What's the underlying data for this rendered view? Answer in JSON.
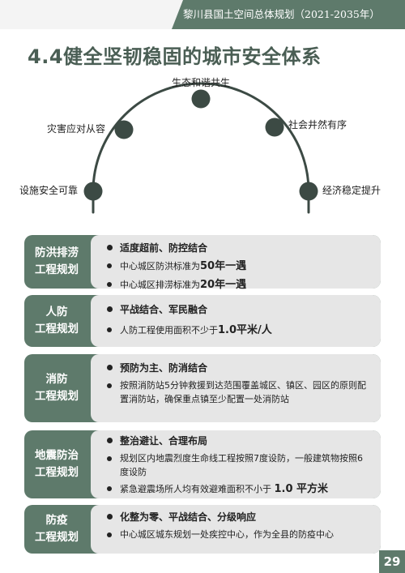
{
  "header": {
    "title": "黎川县国土空间总体规划（2021-2035年）"
  },
  "page_title": "4.4健全坚韧稳固的城市安全体系",
  "arc": {
    "nodes": [
      {
        "label": "设施安全可靠"
      },
      {
        "label": "灾害应对从容"
      },
      {
        "label": "生态和谐共生"
      },
      {
        "label": "社会井然有序"
      },
      {
        "label": "经济稳定提升"
      }
    ]
  },
  "sections": [
    {
      "label_line1": "防洪排涝",
      "label_line2": "工程规划",
      "heading": "适度超前、防控结合",
      "items": [
        {
          "pre": "中心城区防洪标准为",
          "hl": "50年一遇",
          "post": ""
        },
        {
          "pre": "中心城区排涝标准为",
          "hl": "20年一遇",
          "post": ""
        }
      ]
    },
    {
      "label_line1": "人防",
      "label_line2": "工程规划",
      "heading": "平战结合、军民融合",
      "items": [
        {
          "pre": "人防工程使用面积不少于",
          "hl": "1.0平米/人",
          "post": ""
        }
      ]
    },
    {
      "label_line1": "消防",
      "label_line2": "工程规划",
      "heading": "预防为主、防消结合",
      "items": [
        {
          "pre": "按照消防站5分钟救援到达范围覆盖城区、镇区、园区的原则配置消防站，确保重点镇至少配置一处消防站",
          "hl": "",
          "post": ""
        }
      ]
    },
    {
      "label_line1": "地震防治",
      "label_line2": "工程规划",
      "heading": "整治避让、合理布局",
      "items": [
        {
          "pre": "规划区内地震烈度生命线工程按照7度设防，一般建筑物按照6度设防",
          "hl": "",
          "post": ""
        },
        {
          "pre": "紧急避震场所人均有效避难面积不小于 ",
          "hl": "1.0 平方米",
          "post": ""
        }
      ]
    },
    {
      "label_line1": "防疫",
      "label_line2": "工程规划",
      "heading": "化整为零、平战结合、分级响应",
      "items": [
        {
          "pre": "中心城区城东规划一处疾控中心，作为全县的防疫中心",
          "hl": "",
          "post": ""
        }
      ]
    }
  ],
  "page_number": "29",
  "colors": {
    "accent": "#5e7a6b",
    "title": "#4a5e54",
    "node": "#3c4a44",
    "lane": "#e6e6e6"
  }
}
